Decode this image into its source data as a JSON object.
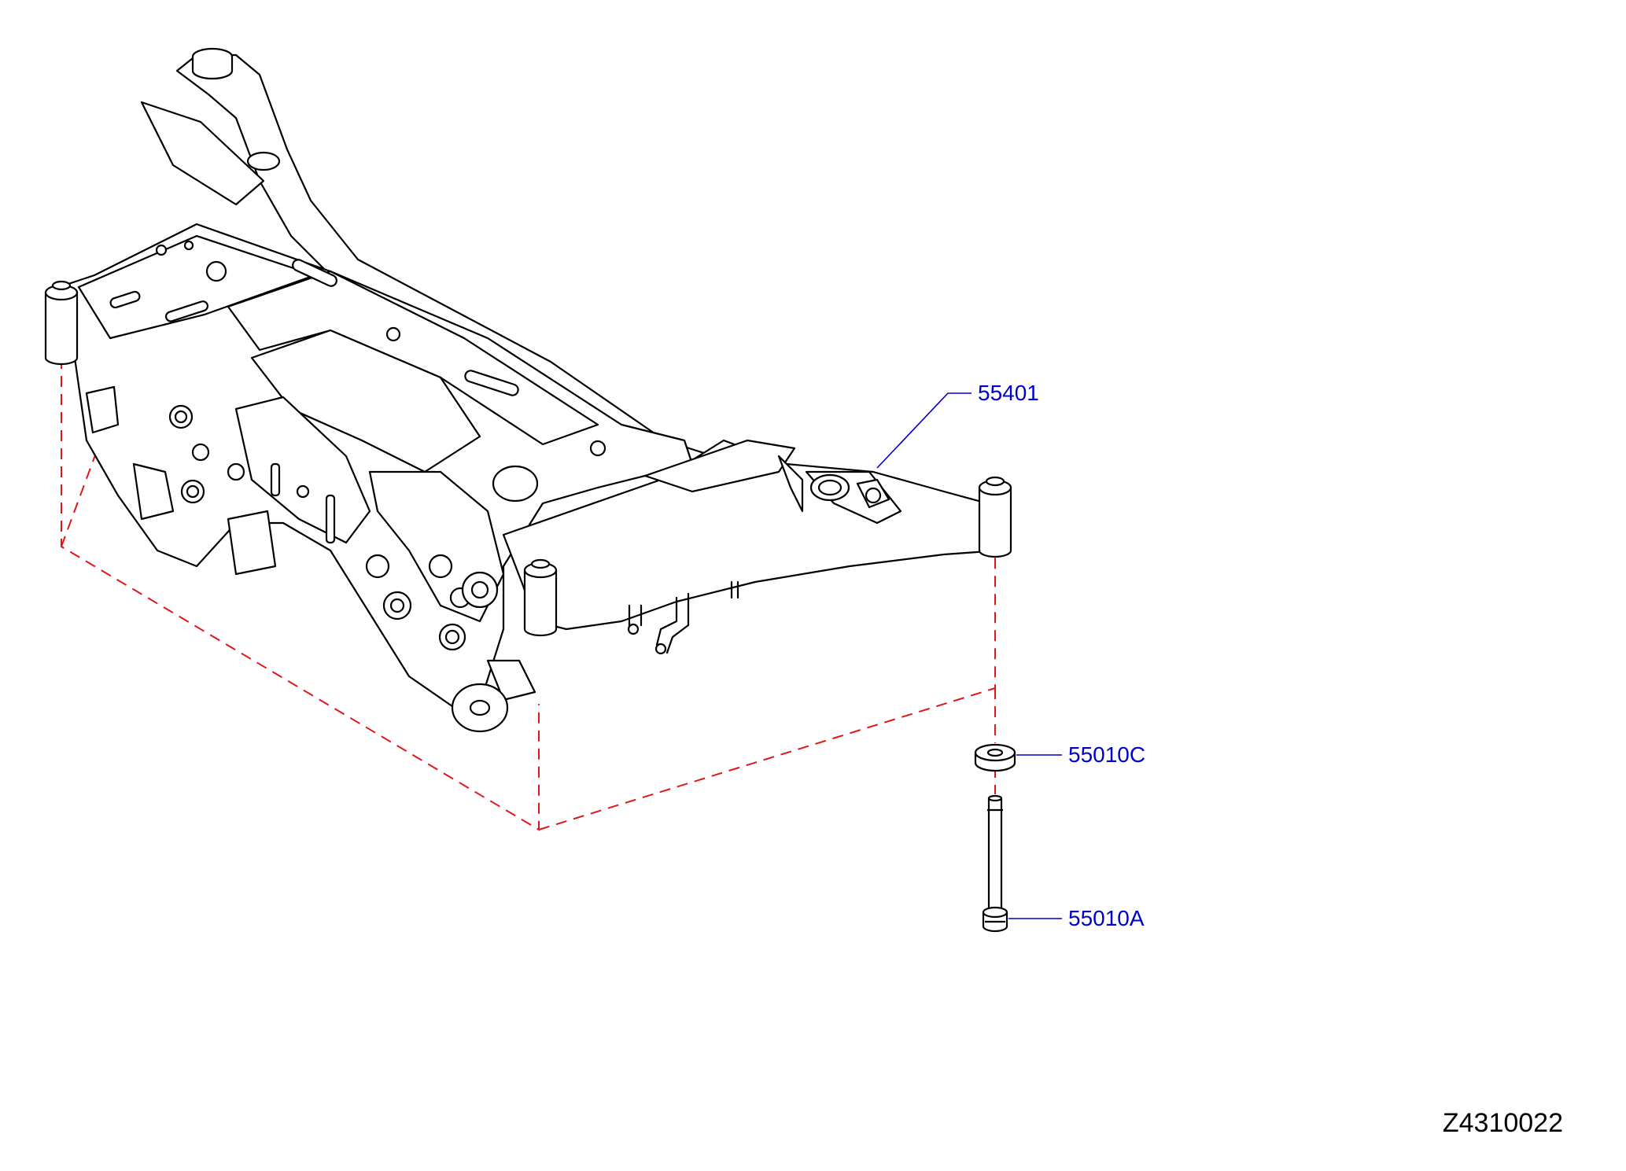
{
  "colors": {
    "line_art": "#000000",
    "callout_text": "#0000cc",
    "leader_line": "#0000cc",
    "phantom_line": "#e0161a",
    "background": "#ffffff"
  },
  "parts": {
    "subframe": {
      "part_no": "55401",
      "icon": "rear-suspension-member-drawing"
    },
    "stopper_washer": {
      "part_no": "55010C",
      "icon": "washer-drawing"
    },
    "mounting_bolt": {
      "part_no": "55010A",
      "icon": "bolt-drawing"
    }
  },
  "drawing_code": "Z4310022"
}
